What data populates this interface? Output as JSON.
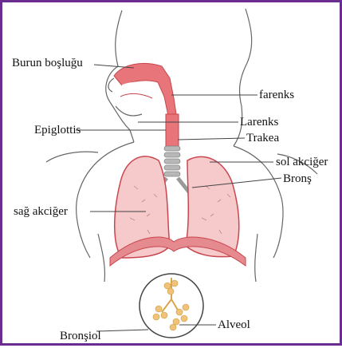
{
  "diagram": {
    "labels": {
      "nasal_cavity": "Burun boşluğu",
      "pharynx": "farenks",
      "larynx": "Larenks",
      "epiglottis": "Epiglottis",
      "trachea": "Trakea",
      "left_lung": "sol akciğer",
      "bronchus": "Bronş",
      "right_lung": "sağ akciğer",
      "alveolus": "Alveol",
      "bronchiole": "Bronşiol"
    },
    "colors": {
      "frame": "#6a2c8e",
      "airway": "#e8757a",
      "lung_fill": "#f6c9cb",
      "lung_stroke": "#c9464e",
      "diaphragm": "#e58a8e",
      "cartilage": "#b7b7b7",
      "alveoli": "#f1c27a"
    }
  }
}
